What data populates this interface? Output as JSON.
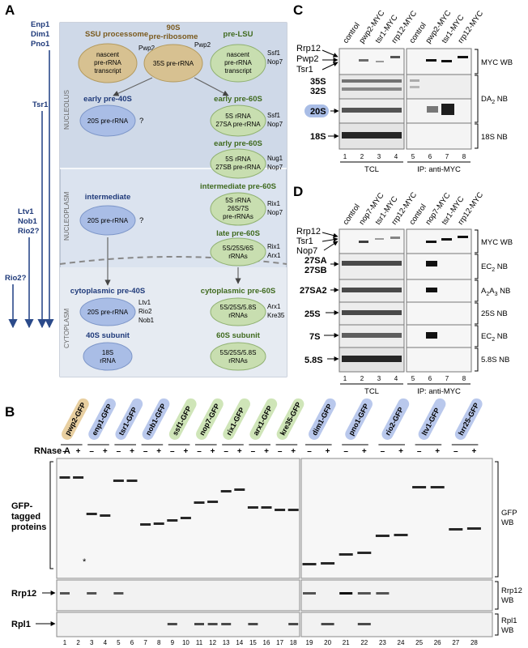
{
  "panels": {
    "a": "A",
    "b": "B",
    "c": "C",
    "d": "D"
  },
  "panel_a": {
    "side_factors": {
      "group1": [
        "Enp1",
        "Dim1",
        "Pno1"
      ],
      "tsr1": "Tsr1",
      "group2": [
        "Ltv1",
        "Nob1",
        "Rio2?"
      ],
      "rio2": "Rio2?"
    },
    "compartments": [
      "NUCLEOLUS",
      "NUCLEOPLASM",
      "CYTOPLASM"
    ],
    "ssu": {
      "title": "SSU processome",
      "body": [
        "nascent",
        "pre-rRNA",
        "transcript"
      ],
      "factor": "Pwp2"
    },
    "s90": {
      "title": [
        "90S",
        "pre-ribosome"
      ],
      "body": "35S pre-rRNA",
      "factor": "Pwp2"
    },
    "prelsu": {
      "title": "pre-LSU",
      "body": [
        "nascent",
        "pre-rRNA",
        "transcript"
      ],
      "factors": [
        "Ssf1",
        "Nop7"
      ]
    },
    "early40": {
      "title": "early pre-40S",
      "body": "20S pre-rRNA",
      "mark": "?"
    },
    "early60a": {
      "title": "early pre-60S",
      "body": [
        "5S rRNA",
        "27SA pre-rRNA"
      ],
      "factors": [
        "Ssf1",
        "Nop7"
      ]
    },
    "early60b": {
      "title": "early pre-60S",
      "body": [
        "5S rRNA",
        "27SB pre-rRNA"
      ],
      "factors": [
        "Nug1",
        "Nop7"
      ]
    },
    "inter40": {
      "title": "intermediate",
      "body": "20S pre-rRNA",
      "mark": "?"
    },
    "inter60": {
      "title": "intermediate pre-60S",
      "body": [
        "5S rRNA",
        "26S/7S",
        "pre-rRNAs"
      ],
      "factors": [
        "Rix1",
        "Nop7"
      ]
    },
    "late60": {
      "title": "late pre-60S",
      "body": [
        "5S/25S/6S",
        "rRNAs"
      ],
      "factors": [
        "Rix1",
        "Arx1"
      ]
    },
    "cyto40": {
      "title": "cytoplasmic pre-40S",
      "body": "20S pre-rRNA",
      "factors": [
        "Ltv1",
        "Rio2",
        "Nob1"
      ]
    },
    "cyto60": {
      "title": "cytoplasmic pre-60S",
      "body": [
        "5S/25S/5.8S",
        "rRNAs"
      ],
      "factors": [
        "Arx1",
        "Kre35"
      ]
    },
    "sub40": {
      "title": "40S subunit",
      "body": [
        "18S",
        "rRNA"
      ]
    },
    "sub60": {
      "title": "60S subunit",
      "body": [
        "5S/25S/5.8S",
        "rRNAs"
      ]
    }
  },
  "panel_b": {
    "rnase_label": "RNase A",
    "minus": "–",
    "plus": "+",
    "strains": [
      "pwp2-GFP",
      "enp1-GFP",
      "tsr1-GFP",
      "nob1-GFP",
      "ssf1-GFP",
      "nop7-GFP",
      "rix1-GFP",
      "arx1-GFP",
      "kre35-GFP",
      "dim1-GFP",
      "pno1-GFP",
      "rio2-GFP",
      "ltv1-GFP",
      "hrr25-GFP"
    ],
    "strain_colors": [
      "#e8cfa0",
      "#b9c8ec",
      "#b9c8ec",
      "#b9c8ec",
      "#cfe5b8",
      "#cfe5b8",
      "#cfe5b8",
      "#cfe5b8",
      "#cfe5b8",
      "#b9c8ec",
      "#b9c8ec",
      "#b9c8ec",
      "#b9c8ec",
      "#b9c8ec"
    ],
    "left_labels": {
      "gfp": [
        "GFP-",
        "tagged",
        "proteins"
      ],
      "rrp12": "Rrp12",
      "rpl1": "Rpl1",
      "asterisk": "*"
    },
    "right_labels": {
      "gfp": [
        "GFP",
        "WB"
      ],
      "rrp12": [
        "Rrp12",
        "WB"
      ],
      "rpl1": [
        "Rpl1",
        "WB"
      ]
    },
    "lanes": [
      "1",
      "2",
      "3",
      "4",
      "5",
      "6",
      "7",
      "8",
      "9",
      "10",
      "11",
      "12",
      "13",
      "14",
      "15",
      "16",
      "17",
      "18",
      "19",
      "20",
      "21",
      "22",
      "23",
      "24",
      "25",
      "26",
      "27",
      "28"
    ]
  },
  "panel_c": {
    "columns": [
      "control",
      "pwp2-MYC",
      "tsr1-MYC",
      "rrp12-MYC",
      "control",
      "pwp2-MYC",
      "tsr1-MYC",
      "rrp12-MYC"
    ],
    "left_labels": [
      "Rrp12",
      "Pwp2",
      "Tsr1",
      "35S",
      "32S",
      "20S",
      "18S"
    ],
    "right_labels": [
      "MYC WB",
      "DA",
      "2",
      " NB",
      "18S NB"
    ],
    "lanes": [
      "1",
      "2",
      "3",
      "4",
      "5",
      "6",
      "7",
      "8"
    ],
    "bottom": [
      "TCL",
      "IP: anti-MYC"
    ]
  },
  "panel_d": {
    "columns": [
      "control",
      "nop7-MYC",
      "tsr1-MYC",
      "rrp12-MYC",
      "control",
      "nop7-MYC",
      "tsr1-MYC",
      "rrp12-MYC"
    ],
    "left_labels": [
      "Rrp12",
      "Tsr1",
      "Nop7",
      "27SA",
      "27SB",
      "27SA2",
      "25S",
      "7S",
      "5.8S"
    ],
    "right_labels": [
      "MYC WB",
      "EC",
      "2",
      " NB",
      "A",
      "2",
      "A",
      "3",
      " NB",
      "25S NB",
      "EC",
      "2",
      " NB",
      "5.8S NB"
    ],
    "lanes": [
      "1",
      "2",
      "3",
      "4",
      "5",
      "6",
      "7",
      "8"
    ],
    "bottom": [
      "TCL",
      "IP: anti-MYC"
    ]
  }
}
